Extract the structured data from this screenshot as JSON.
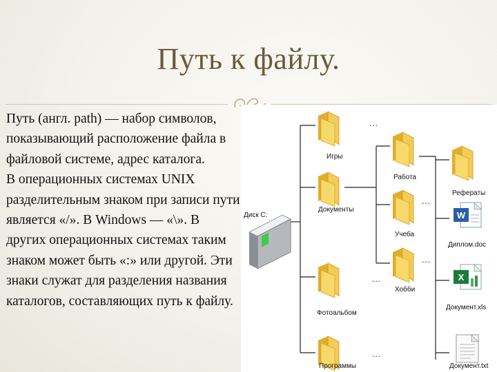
{
  "slide": {
    "title": "Путь к файлу.",
    "paragraphs": [
      "Путь (англ. path) — набор символов, показывающий расположение файла в файловой системе, адрес каталога.",
      "В операционных системах UNIX разделительным знаком при записи пути является «/». В Windows — «\\». В других операционных системах таким знаком может быть «:» или другой. Эти знаки служат для разделения названия каталогов, составляющих путь к файлу."
    ]
  },
  "diagram": {
    "drive_label": "Диск С:",
    "level1": [
      "Игры",
      "Документы",
      "Фотоальбом",
      "Программы"
    ],
    "level2": [
      "Работа",
      "Учеба",
      "Хобби"
    ],
    "level3": [
      "Рефераты",
      "Диплом.doc",
      "Документ.xls",
      "Документ.txt"
    ],
    "ellipsis": "...",
    "colors": {
      "folder": "#f4cc55",
      "folder_dark": "#e2ad2c",
      "word": "#2a5da8",
      "excel": "#1e7a3c",
      "line": "#222222"
    }
  }
}
